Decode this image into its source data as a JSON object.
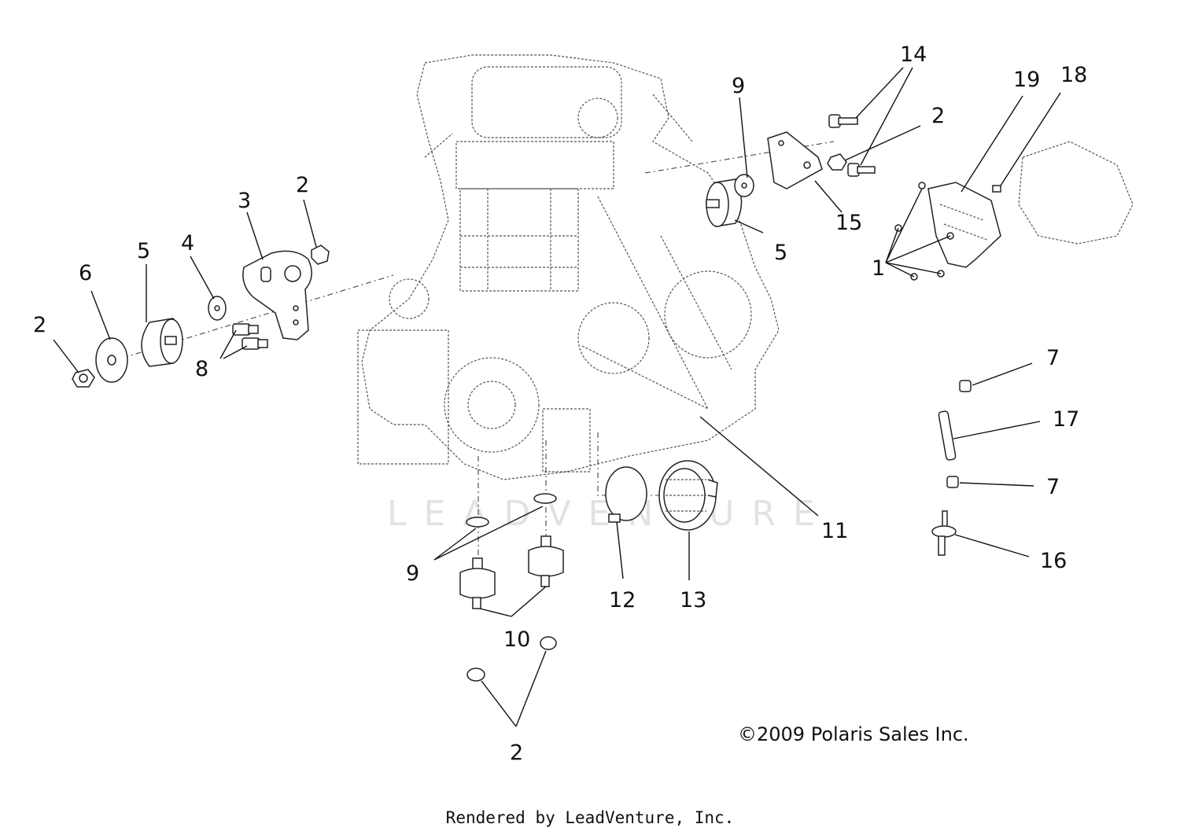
{
  "diagram": {
    "copyright": "©2009  Polaris Sales Inc.",
    "watermark": "LEADVENTURE",
    "footer": "Rendered by LeadVenture, Inc.",
    "callouts": [
      "1",
      "2",
      "3",
      "4",
      "5",
      "6",
      "7",
      "8",
      "9",
      "10",
      "11",
      "12",
      "13",
      "14",
      "15",
      "16",
      "17",
      "18",
      "19"
    ]
  },
  "labels": {
    "l1": "1",
    "l2a": "2",
    "l2b": "2",
    "l2c": "2",
    "l2d": "2",
    "l3": "3",
    "l4": "4",
    "l5a": "5",
    "l5b": "5",
    "l6": "6",
    "l7a": "7",
    "l7b": "7",
    "l8": "8",
    "l9a": "9",
    "l9b": "9",
    "l10": "10",
    "l11": "11",
    "l12": "12",
    "l13": "13",
    "l14": "14",
    "l15": "15",
    "l16": "16",
    "l17": "17",
    "l18": "18",
    "l19": "19"
  }
}
